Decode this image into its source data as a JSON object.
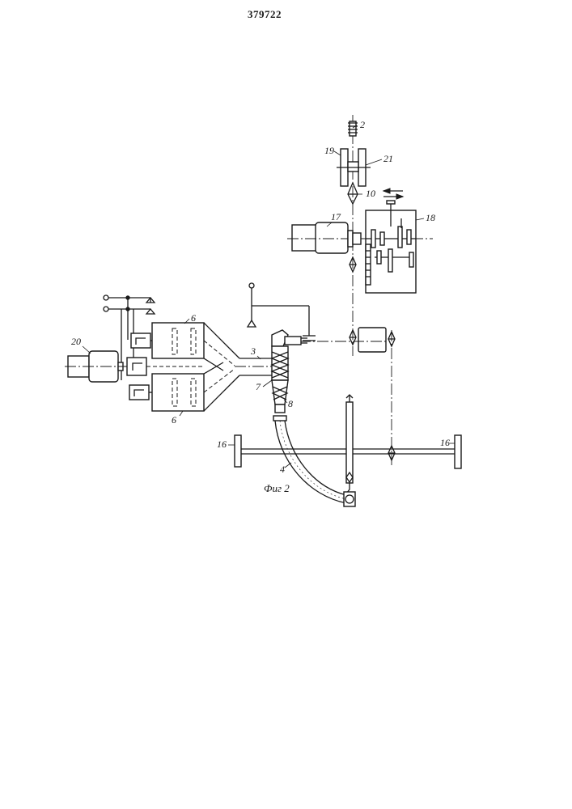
{
  "document": {
    "patent_number": "379722",
    "figure_caption": "Фиг 2"
  },
  "labels": {
    "l2": "2",
    "l3": "3",
    "l4": "4",
    "l6a": "6",
    "l6b": "6",
    "l7": "7",
    "l8": "8",
    "l10": "10",
    "l16a": "16",
    "l16b": "16",
    "l17": "17",
    "l18": "18",
    "l19": "19",
    "l20": "20",
    "l21": "21"
  },
  "colors": {
    "ink": "#1a1a1a",
    "paper": "#ffffff"
  }
}
